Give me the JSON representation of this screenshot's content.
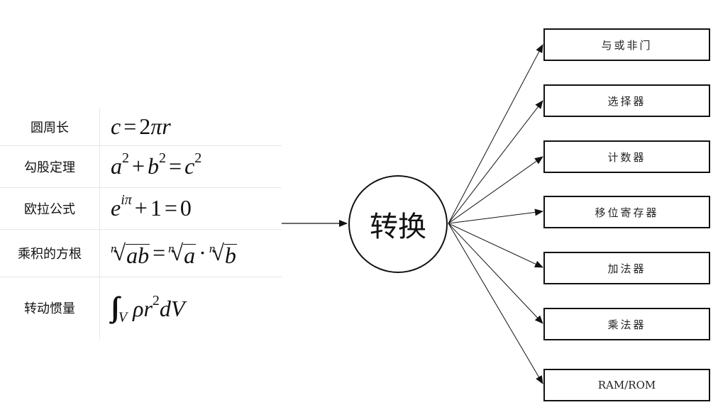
{
  "formulas": [
    {
      "name": "圆周长"
    },
    {
      "name": "勾股定理"
    },
    {
      "name": "欧拉公式"
    },
    {
      "name": "乘积的方根"
    },
    {
      "name": "转动惯量"
    }
  ],
  "center_label": "转换",
  "outputs": [
    "与或非门",
    "选择器",
    "计数器",
    "移位寄存器",
    "加法器",
    "乘法器",
    "RAM/ROM"
  ]
}
